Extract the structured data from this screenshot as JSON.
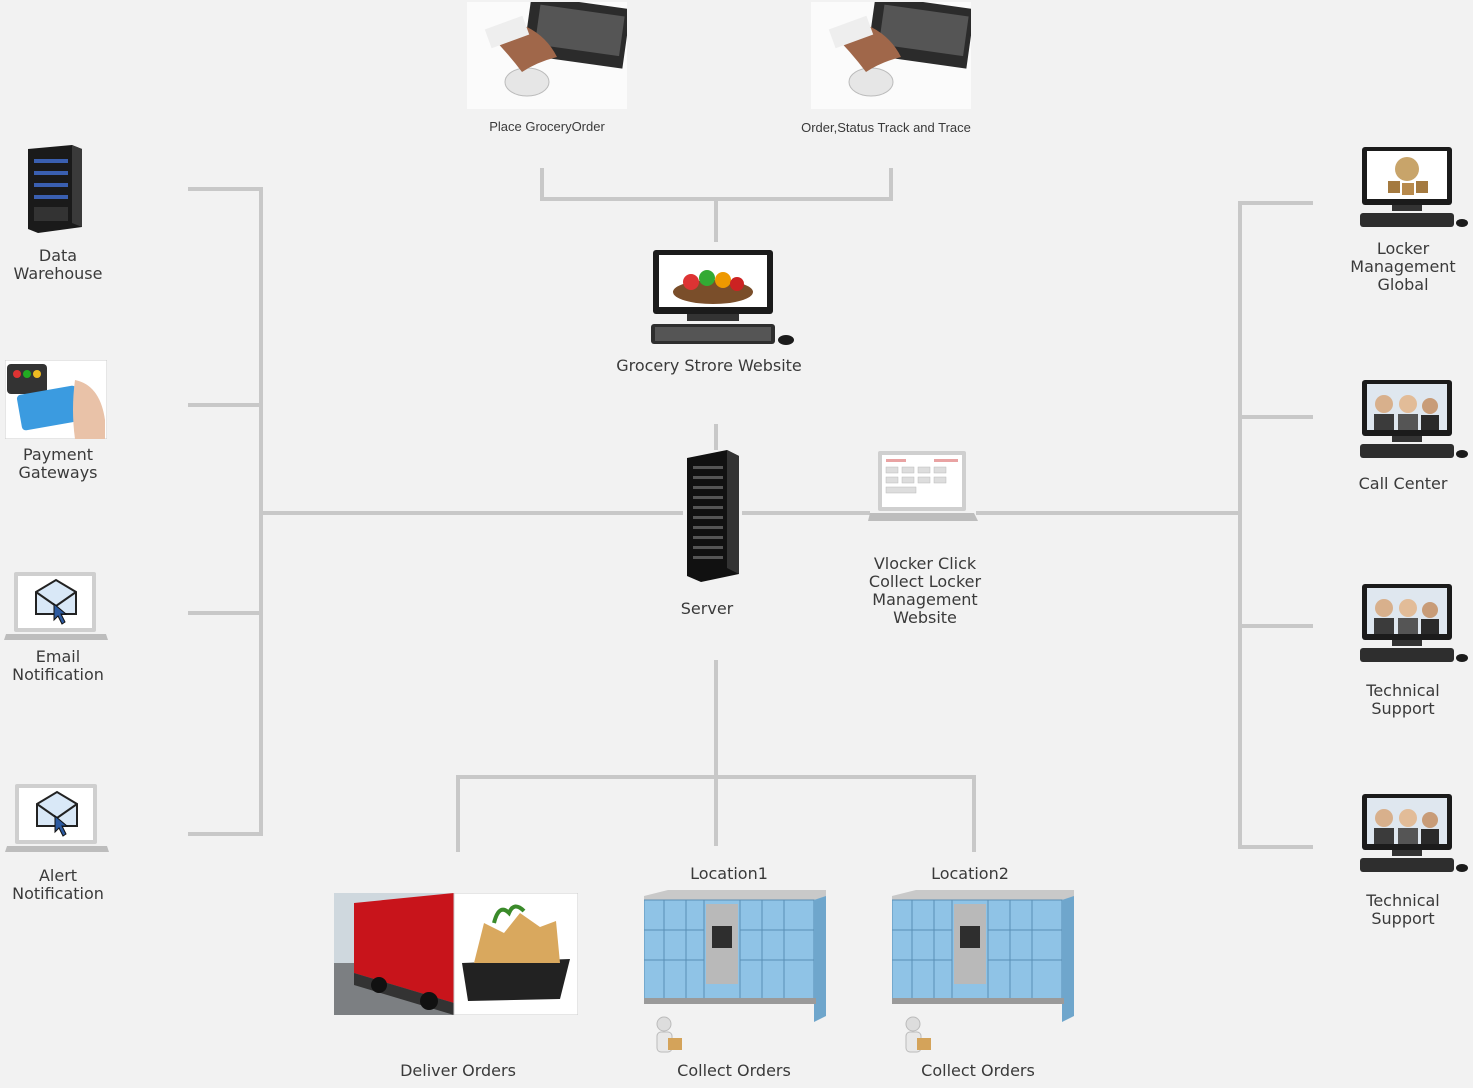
{
  "top": {
    "place_order": "Place GroceryOrder",
    "track_trace": "Order,Status Track and Trace"
  },
  "center": {
    "website": "Grocery Strore Website",
    "server": "Server",
    "vlocker": "Vlocker Click\nCollect Locker\nManagement\nWebsite"
  },
  "left": {
    "data_warehouse": "Data\nWarehouse",
    "payment": "Payment\nGateways",
    "email": "Email\nNotification",
    "alert": "Alert\nNotification"
  },
  "right": {
    "locker_global": "Locker\nManagement\nGlobal",
    "call_center": "Call Center",
    "tech_support_1": "Technical\nSupport",
    "tech_support_2": "Technical\nSupport"
  },
  "bottom": {
    "location1": "Location1",
    "location2": "Location2",
    "deliver": "Deliver Orders",
    "collect1": "Collect Orders",
    "collect2": "Collect Orders"
  },
  "colors": {
    "background": "#f2f2f2",
    "connector": "#c8c8c8",
    "locker": "#8fc3e6"
  }
}
